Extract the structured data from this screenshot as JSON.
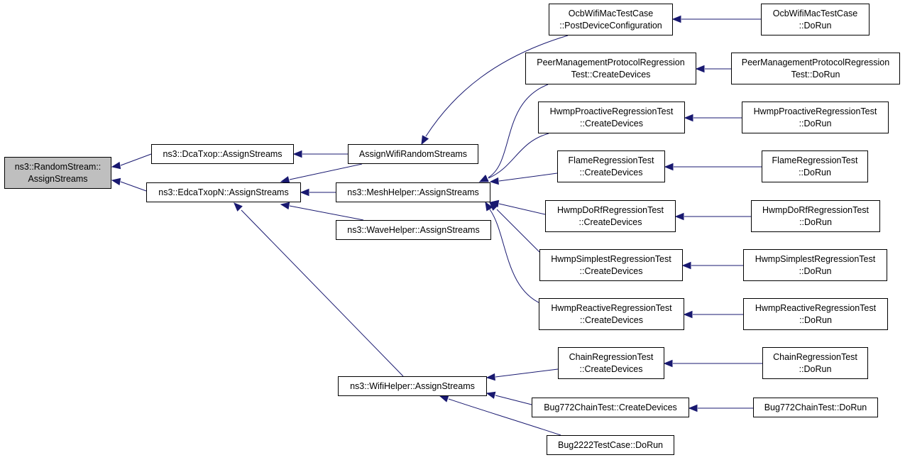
{
  "graph": {
    "type": "call-graph",
    "edge_color": "#191970",
    "root_fill": "#bfbfbf",
    "nodes": [
      {
        "id": "rs",
        "lines": [
          "ns3::RandomStream::",
          "AssignStreams"
        ],
        "root": true
      },
      {
        "id": "dca",
        "lines": [
          "ns3::DcaTxop::AssignStreams"
        ]
      },
      {
        "id": "edca",
        "lines": [
          "ns3::EdcaTxopN::AssignStreams"
        ]
      },
      {
        "id": "awrs",
        "lines": [
          "AssignWifiRandomStreams"
        ]
      },
      {
        "id": "mesh",
        "lines": [
          "ns3::MeshHelper::AssignStreams"
        ]
      },
      {
        "id": "wave",
        "lines": [
          "ns3::WaveHelper::AssignStreams"
        ]
      },
      {
        "id": "wifi",
        "lines": [
          "ns3::WifiHelper::AssignStreams"
        ]
      },
      {
        "id": "ocbpdc",
        "lines": [
          "OcbWifiMacTestCase",
          "::PostDeviceConfiguration"
        ]
      },
      {
        "id": "ocbrun",
        "lines": [
          "OcbWifiMacTestCase",
          "::DoRun"
        ]
      },
      {
        "id": "pmpcd",
        "lines": [
          "PeerManagementProtocolRegression",
          "Test::CreateDevices"
        ]
      },
      {
        "id": "pmprun",
        "lines": [
          "PeerManagementProtocolRegression",
          "Test::DoRun"
        ]
      },
      {
        "id": "hpcd",
        "lines": [
          "HwmpProactiveRegressionTest",
          "::CreateDevices"
        ]
      },
      {
        "id": "hprun",
        "lines": [
          "HwmpProactiveRegressionTest",
          "::DoRun"
        ]
      },
      {
        "id": "flcd",
        "lines": [
          "FlameRegressionTest",
          "::CreateDevices"
        ]
      },
      {
        "id": "flrun",
        "lines": [
          "FlameRegressionTest",
          "::DoRun"
        ]
      },
      {
        "id": "hdcd",
        "lines": [
          "HwmpDoRfRegressionTest",
          "::CreateDevices"
        ]
      },
      {
        "id": "hdrun",
        "lines": [
          "HwmpDoRfRegressionTest",
          "::DoRun"
        ]
      },
      {
        "id": "hscd",
        "lines": [
          "HwmpSimplestRegressionTest",
          "::CreateDevices"
        ]
      },
      {
        "id": "hsrun",
        "lines": [
          "HwmpSimplestRegressionTest",
          "::DoRun"
        ]
      },
      {
        "id": "hrcd",
        "lines": [
          "HwmpReactiveRegressionTest",
          "::CreateDevices"
        ]
      },
      {
        "id": "hrrun",
        "lines": [
          "HwmpReactiveRegressionTest",
          "::DoRun"
        ]
      },
      {
        "id": "chcd",
        "lines": [
          "ChainRegressionTest",
          "::CreateDevices"
        ]
      },
      {
        "id": "chrun",
        "lines": [
          "ChainRegressionTest",
          "::DoRun"
        ]
      },
      {
        "id": "b772cd",
        "lines": [
          "Bug772ChainTest::CreateDevices"
        ]
      },
      {
        "id": "b772run",
        "lines": [
          "Bug772ChainTest::DoRun"
        ]
      },
      {
        "id": "b2222",
        "lines": [
          "Bug2222TestCase::DoRun"
        ]
      }
    ],
    "edges": [
      {
        "from": "dca",
        "to": "rs"
      },
      {
        "from": "edca",
        "to": "rs"
      },
      {
        "from": "awrs",
        "to": "dca"
      },
      {
        "from": "awrs",
        "to": "edca"
      },
      {
        "from": "mesh",
        "to": "edca"
      },
      {
        "from": "wave",
        "to": "edca"
      },
      {
        "from": "wifi",
        "to": "edca"
      },
      {
        "from": "ocbpdc",
        "to": "awrs"
      },
      {
        "from": "ocbrun",
        "to": "ocbpdc"
      },
      {
        "from": "pmpcd",
        "to": "mesh"
      },
      {
        "from": "pmprun",
        "to": "pmpcd"
      },
      {
        "from": "hpcd",
        "to": "mesh"
      },
      {
        "from": "hprun",
        "to": "hpcd"
      },
      {
        "from": "flcd",
        "to": "mesh"
      },
      {
        "from": "flrun",
        "to": "flcd"
      },
      {
        "from": "hdcd",
        "to": "mesh"
      },
      {
        "from": "hdrun",
        "to": "hdcd"
      },
      {
        "from": "hscd",
        "to": "mesh"
      },
      {
        "from": "hsrun",
        "to": "hscd"
      },
      {
        "from": "hrcd",
        "to": "mesh"
      },
      {
        "from": "hrrun",
        "to": "hrcd"
      },
      {
        "from": "chcd",
        "to": "wifi"
      },
      {
        "from": "chrun",
        "to": "chcd"
      },
      {
        "from": "b772cd",
        "to": "wifi"
      },
      {
        "from": "b772run",
        "to": "b772cd"
      },
      {
        "from": "b2222",
        "to": "wifi"
      }
    ]
  }
}
